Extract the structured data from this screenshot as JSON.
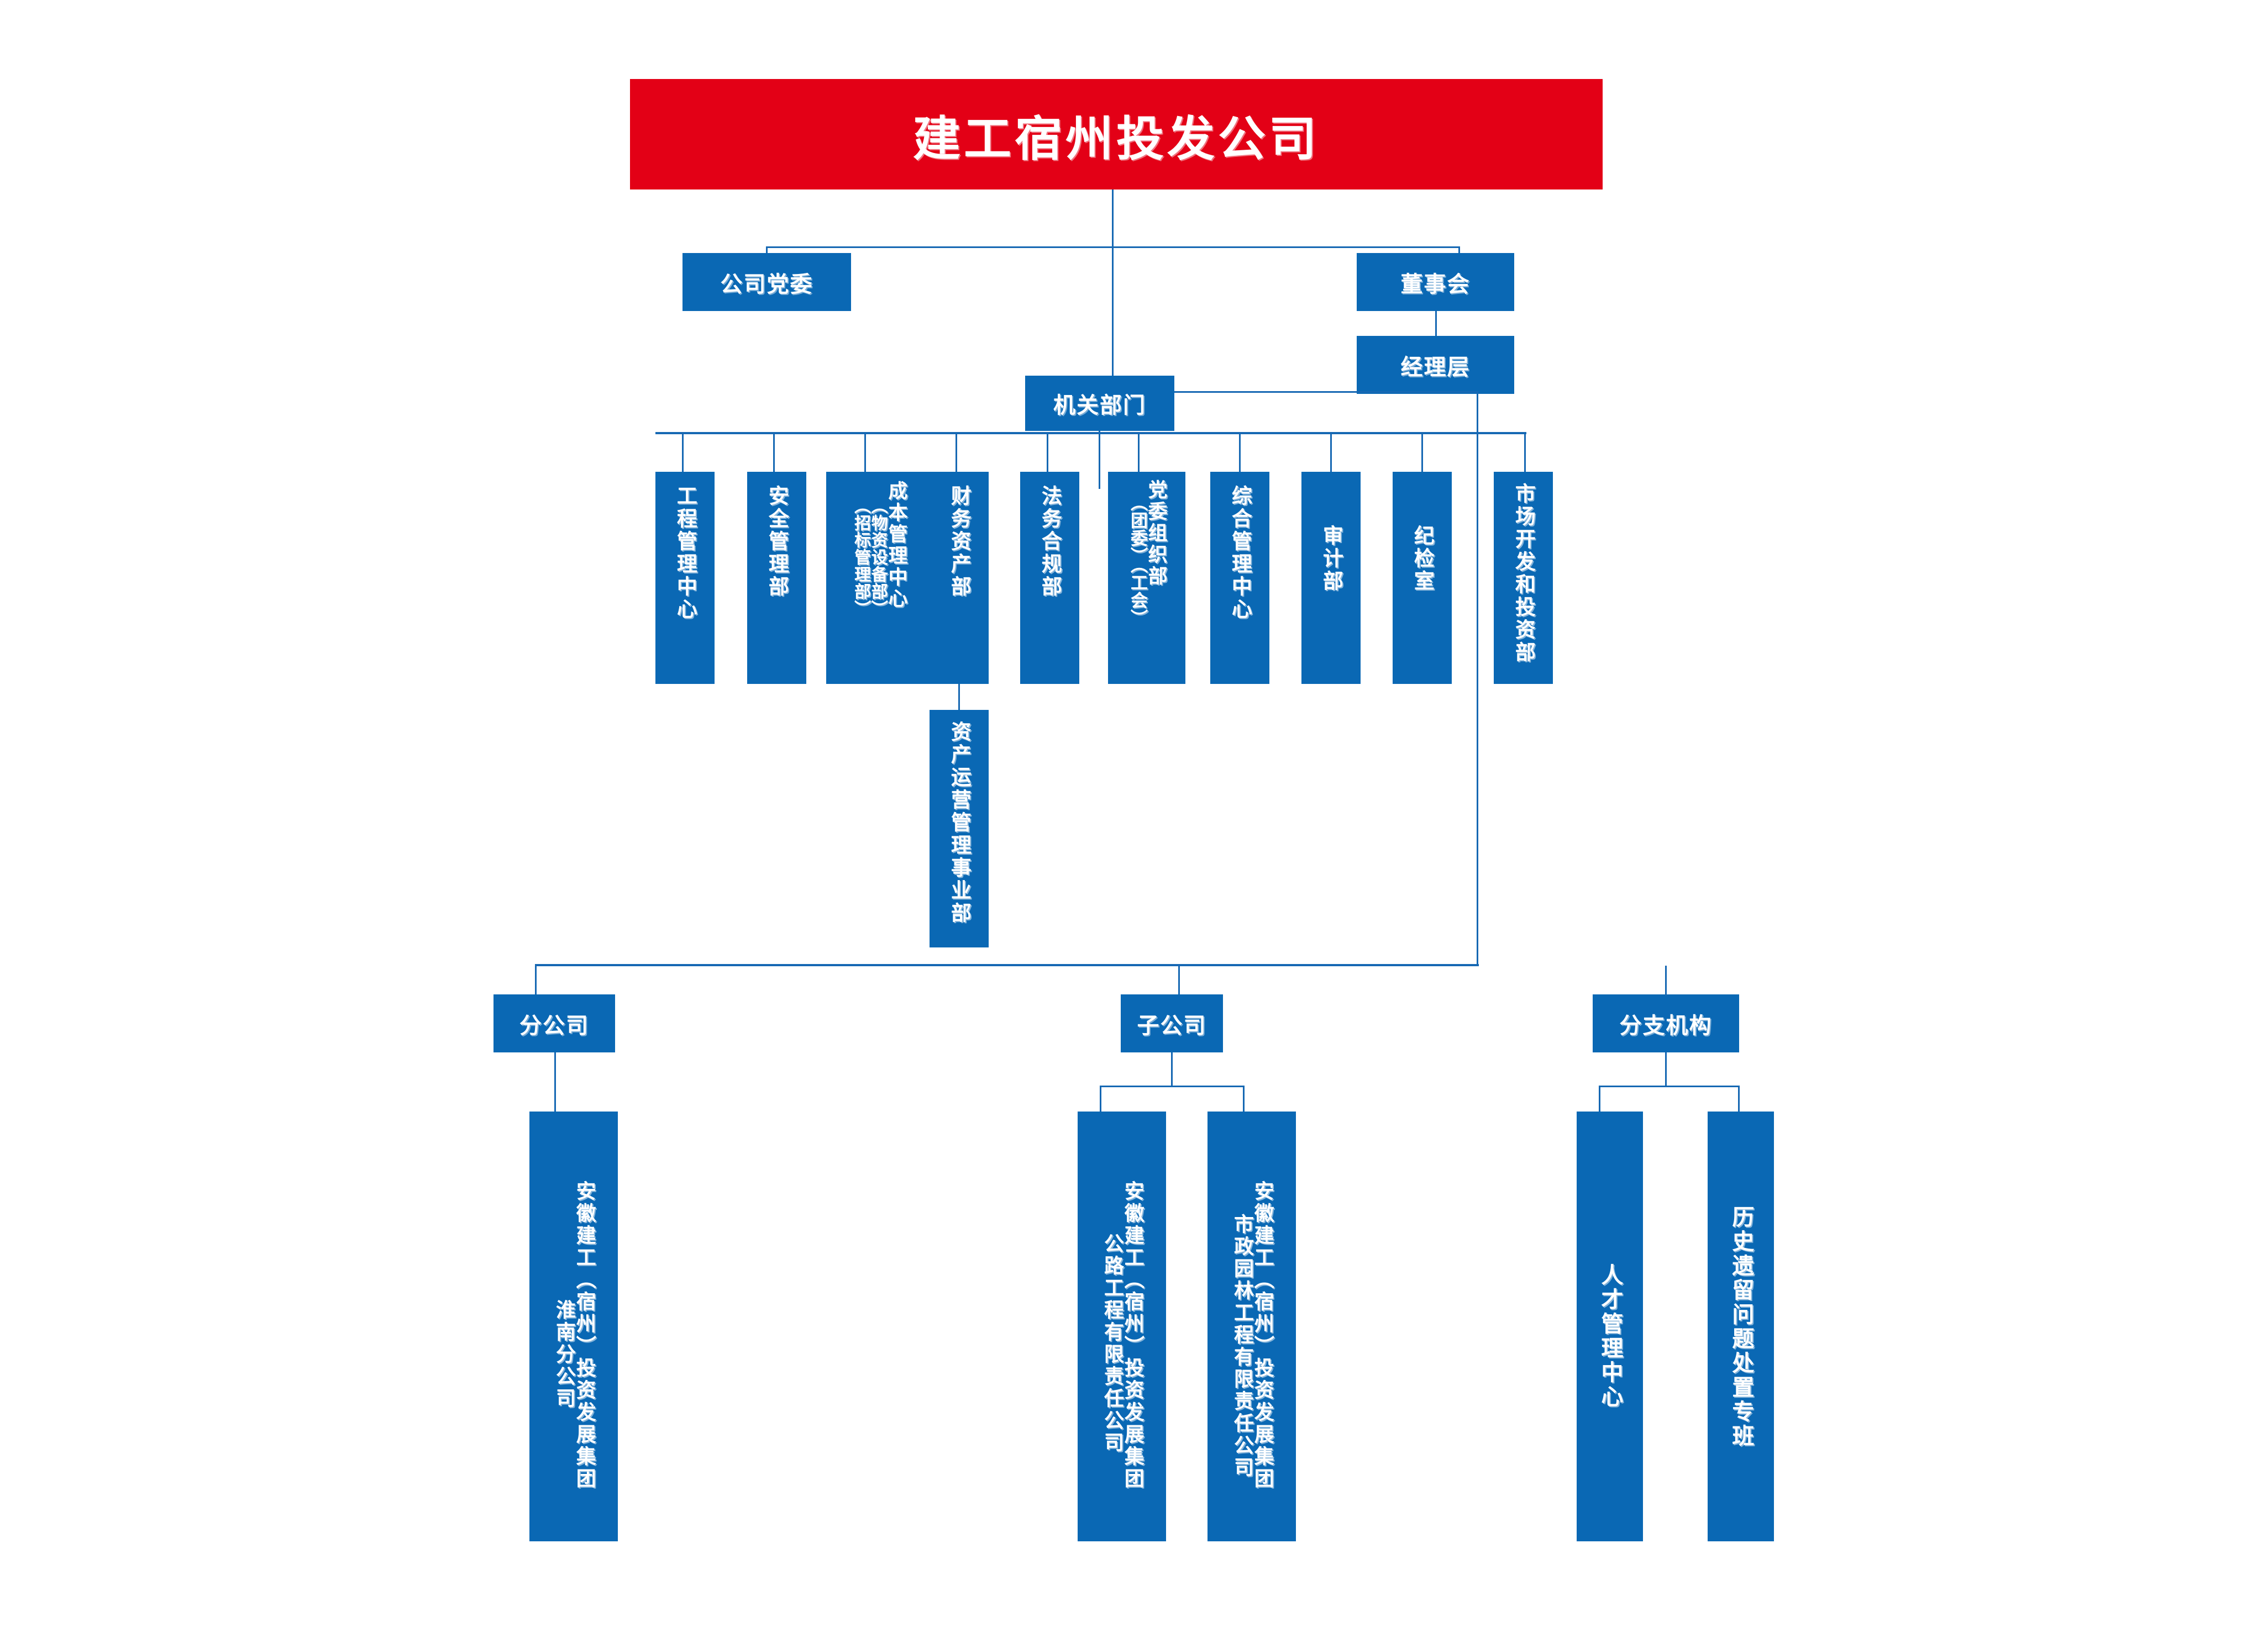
{
  "colors": {
    "brand_blue": "#0a68b4",
    "brand_red": "#e30016",
    "line_blue": "#1668b3",
    "text_white": "#ffffff",
    "background": "#ffffff"
  },
  "title": {
    "label": "建工宿州投发公司"
  },
  "level2": {
    "party_committee": {
      "label": "公司党委"
    },
    "board": {
      "label": "董事会"
    },
    "management": {
      "label": "经理层"
    },
    "head_office": {
      "label": "机关部门"
    }
  },
  "departments": [
    {
      "id": "engineering-management-center",
      "columns": [
        "工程管理中心"
      ]
    },
    {
      "id": "safety-management-dept",
      "columns": [
        "安全管理部"
      ]
    },
    {
      "id": "cost-management-center",
      "columns": [
        "成本管理中心",
        "（物资设备部）",
        "（招标管理部）"
      ]
    },
    {
      "id": "finance-asset-dept",
      "columns": [
        "财务资产部"
      ]
    },
    {
      "id": "legal-compliance-dept",
      "columns": [
        "法务合规部"
      ]
    },
    {
      "id": "party-organization-dept",
      "columns": [
        "党委组织部",
        "（团委）（工会）"
      ]
    },
    {
      "id": "general-management-center",
      "columns": [
        "综合管理中心"
      ]
    },
    {
      "id": "audit-dept",
      "columns": [
        "审计部"
      ]
    },
    {
      "id": "discipline-inspection-office",
      "columns": [
        "纪检室"
      ]
    },
    {
      "id": "market-development-investment-dept",
      "columns": [
        "市场开发和投资部"
      ]
    }
  ],
  "sub_department": {
    "id": "asset-operation-management-division",
    "columns": [
      "资产运营管理事业部"
    ]
  },
  "groups": {
    "branch_companies": {
      "label": "分公司"
    },
    "subsidiaries": {
      "label": "子公司"
    },
    "affiliated_units": {
      "label": "分支机构"
    }
  },
  "entities": {
    "branch_companies": [
      {
        "id": "anhui-jiangong-suzhou-huainan-branch",
        "columns": [
          "安徽建工（宿州）投资发展集团",
          "淮南分公司"
        ]
      }
    ],
    "subsidiaries": [
      {
        "id": "highway-engineering-co",
        "columns": [
          "安徽建工（宿州）投资发展集团",
          "公路工程有限责任公司"
        ]
      },
      {
        "id": "municipal-landscape-engineering-co",
        "columns": [
          "安徽建工（宿州）投资发展集团",
          "市政园林工程有限责任公司"
        ]
      }
    ],
    "affiliated_units": [
      {
        "id": "talent-management-center",
        "columns": [
          "人才管理中心"
        ]
      },
      {
        "id": "historical-legacy-issues-task-force",
        "columns": [
          "历史遗留问题处置专班"
        ]
      }
    ]
  }
}
